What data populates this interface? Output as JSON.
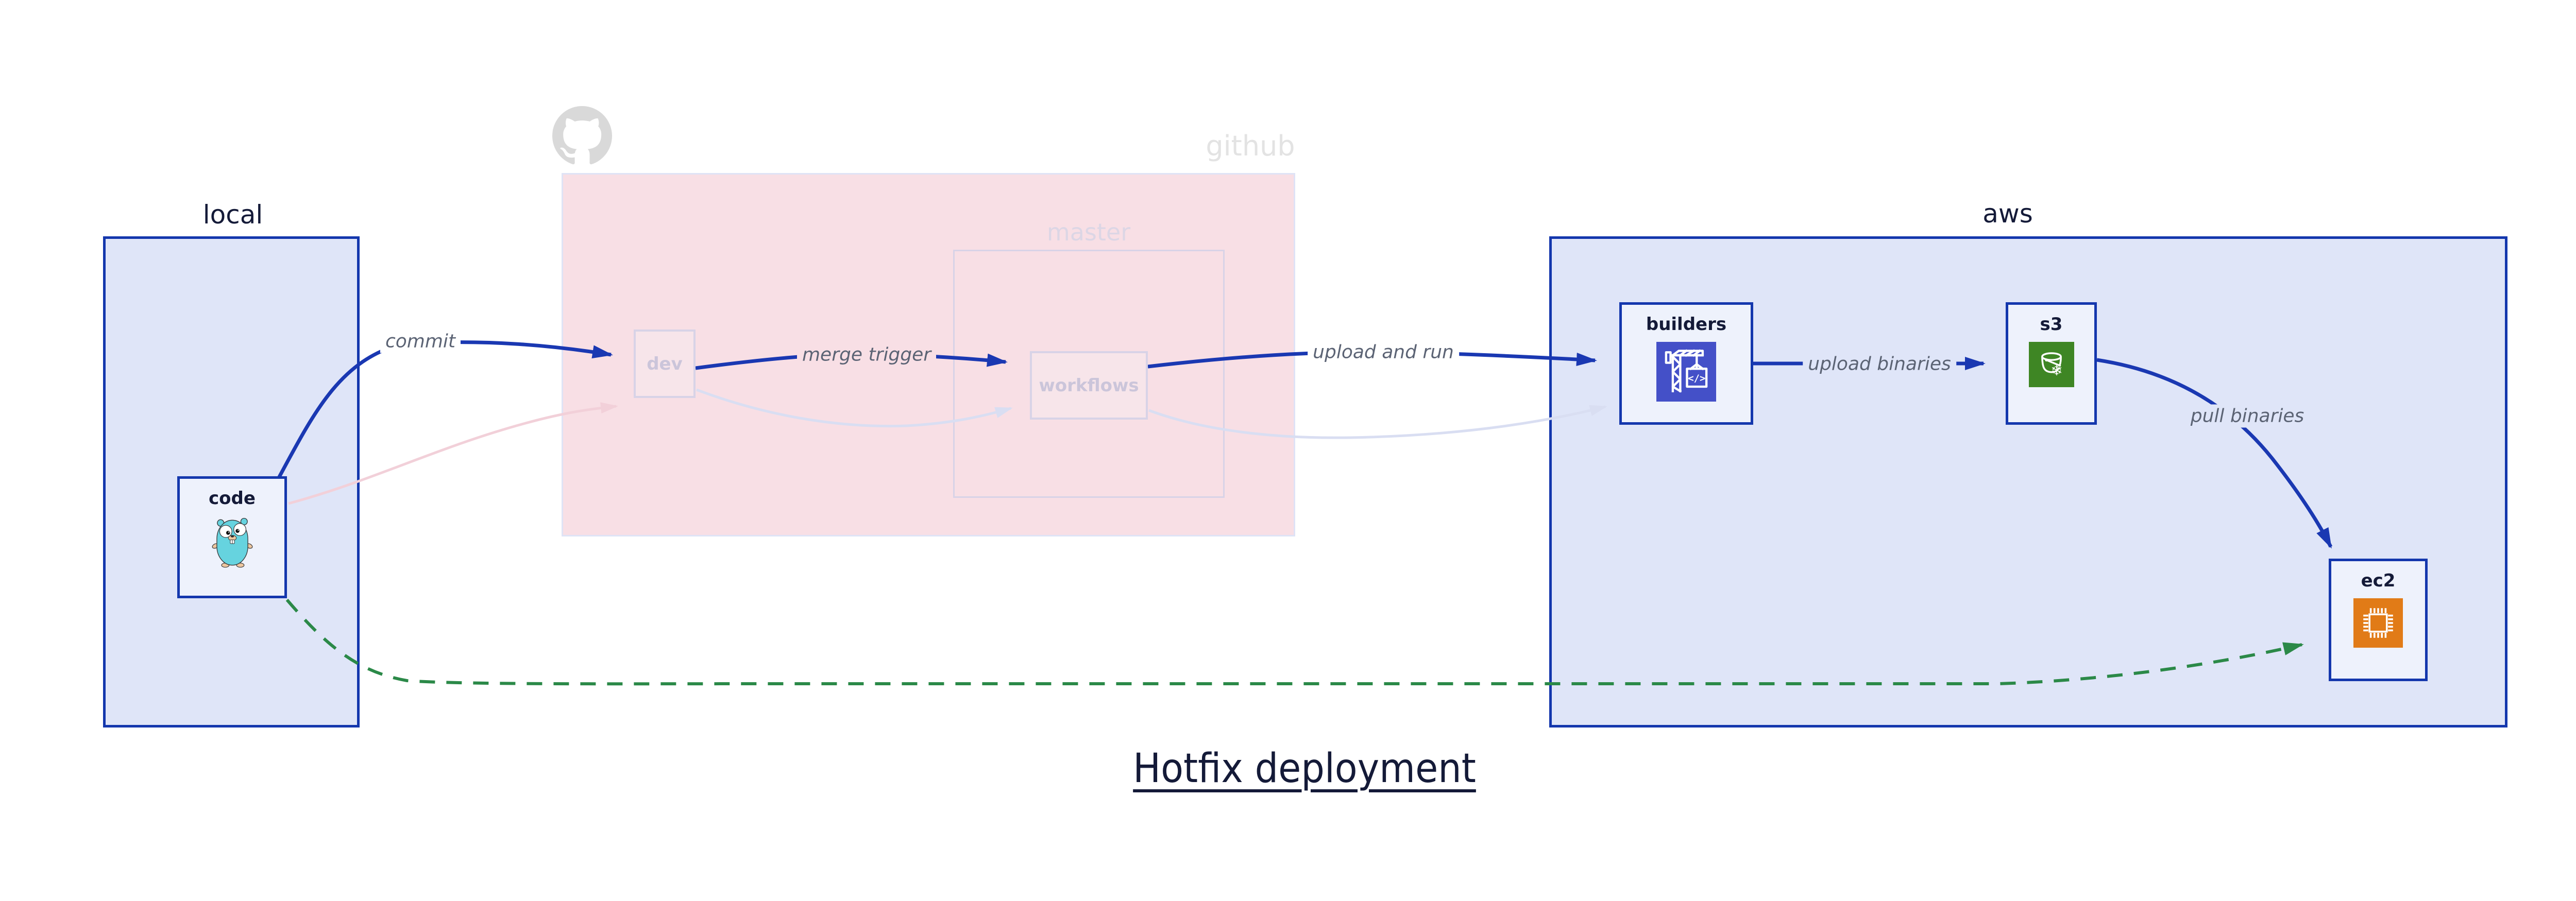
{
  "title": "Hotfix deployment",
  "clusters": {
    "local": {
      "label": "local"
    },
    "github": {
      "label": "github",
      "icon": "github-octocat-icon",
      "master": {
        "label": "master"
      }
    },
    "aws": {
      "label": "aws"
    }
  },
  "nodes": {
    "code": {
      "label": "code",
      "icon": "go-gopher-icon"
    },
    "dev": {
      "label": "dev"
    },
    "workflows": {
      "label": "workflows"
    },
    "builders": {
      "label": "builders",
      "icon": "aws-codebuild-crane-icon"
    },
    "s3": {
      "label": "s3",
      "icon": "aws-s3-glacier-bucket-icon"
    },
    "ec2": {
      "label": "ec2",
      "icon": "aws-ec2-chip-icon"
    }
  },
  "edges": {
    "commit": {
      "label": "commit",
      "from": "code",
      "to": "dev",
      "style": "solid-blue"
    },
    "merge_trigger": {
      "label": "merge trigger",
      "from": "dev",
      "to": "workflows",
      "style": "solid-blue"
    },
    "upload_and_run": {
      "label": "upload and run",
      "from": "workflows",
      "to": "builders",
      "style": "solid-blue"
    },
    "upload_binaries": {
      "label": "upload binaries",
      "from": "builders",
      "to": "s3",
      "style": "solid-blue"
    },
    "pull_binaries": {
      "label": "pull binaries",
      "from": "s3",
      "to": "ec2",
      "style": "solid-blue"
    },
    "hotfix_bypass": {
      "from": "code",
      "to": "ec2",
      "style": "dashed-green"
    },
    "code_dev_faded": {
      "from": "code",
      "to": "dev",
      "style": "faded-pink"
    },
    "dev_workflows_faded": {
      "from": "dev",
      "to": "workflows",
      "style": "faded-lavender"
    },
    "workflows_builders_faded": {
      "from": "workflows",
      "to": "builders",
      "style": "faded-lavender"
    }
  },
  "colors": {
    "cluster_border_blue": "#1437ad",
    "cluster_fill_blue": "#dfe5f8",
    "node_fill": "#eef2fc",
    "github_fill_pink": "#f8dfe5",
    "edge_blue": "#1a38b2",
    "edge_green_dashed": "#2b8948",
    "edge_faded_pink": "#f2d0d9",
    "edge_faded_lavender": "#d9def2",
    "codebuild_icon_bg": "#4450c8",
    "s3_icon_bg": "#3e8624",
    "ec2_icon_bg": "#e17b17",
    "text_navy": "#141a38",
    "edge_label_gray": "#5b6374"
  }
}
